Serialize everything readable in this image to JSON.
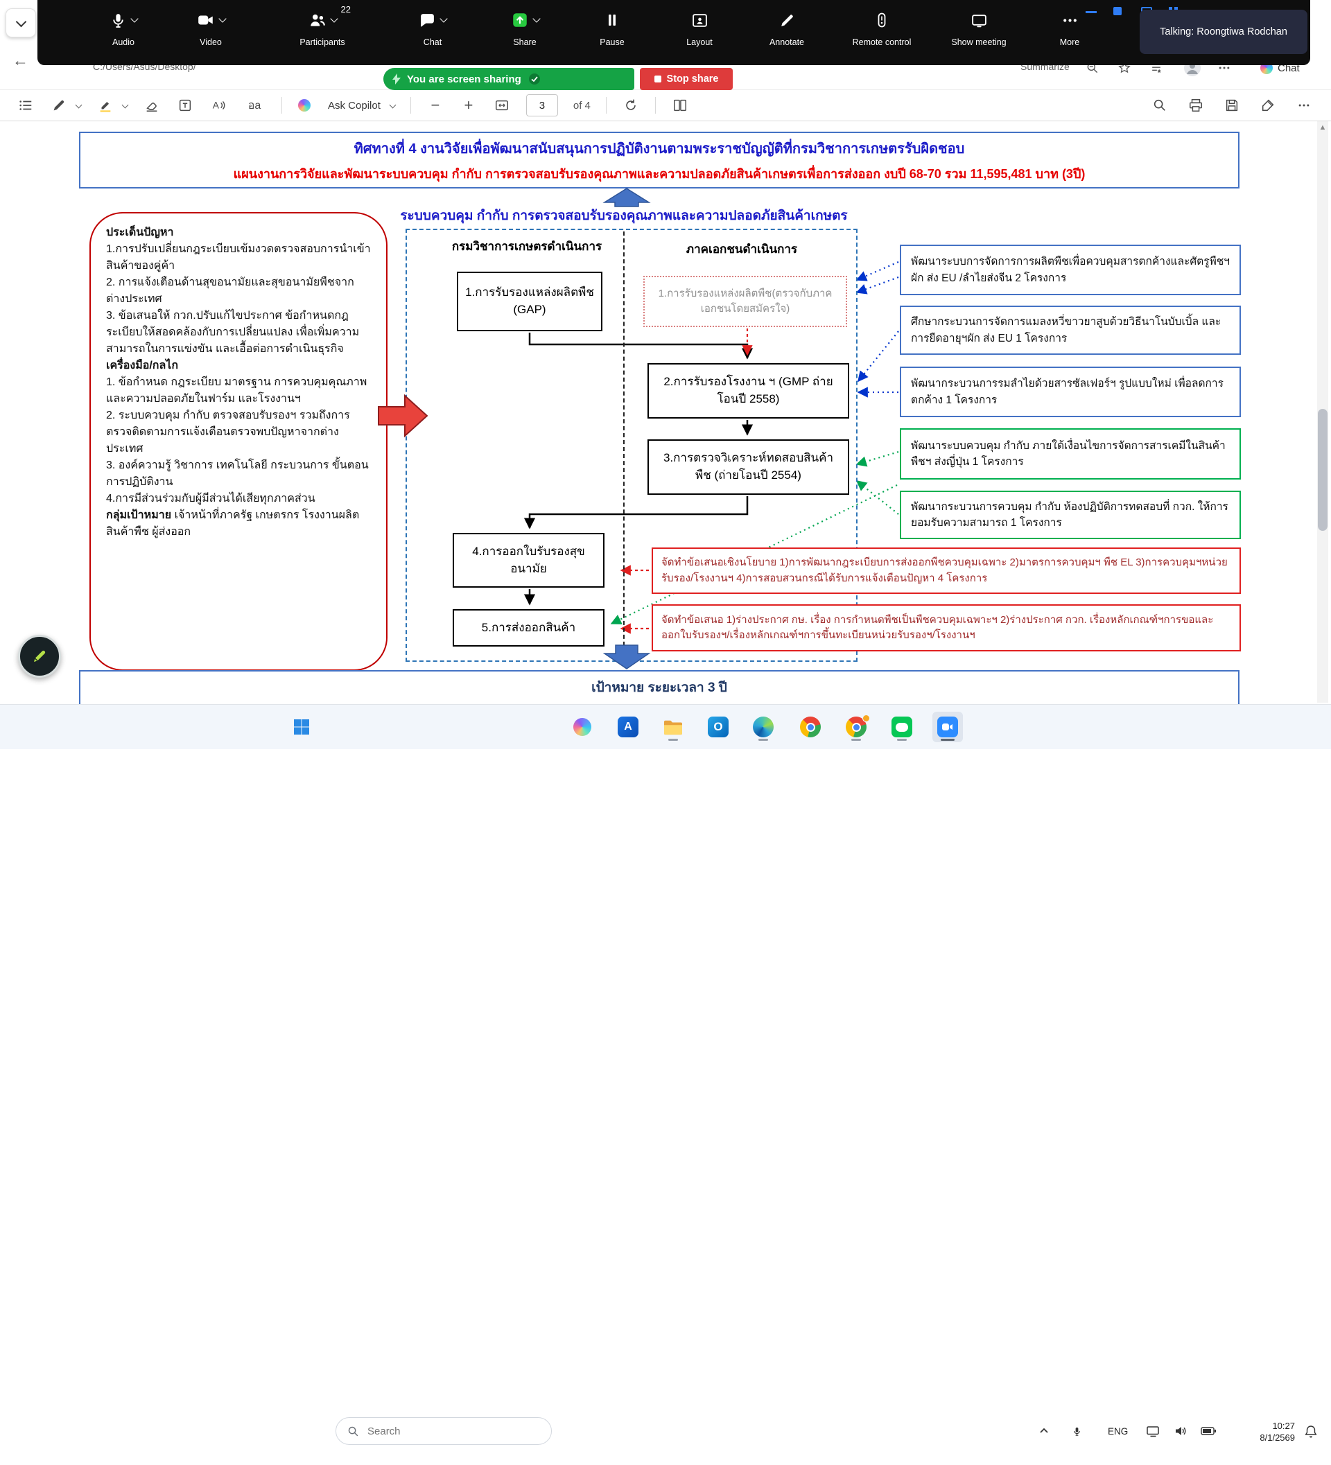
{
  "meeting_toolbar": {
    "items": [
      {
        "label": "Audio"
      },
      {
        "label": "Video"
      },
      {
        "label": "Participants",
        "badge": "22"
      },
      {
        "label": "Chat"
      },
      {
        "label": "Share"
      },
      {
        "label": "Pause"
      },
      {
        "label": "Layout"
      },
      {
        "label": "Annotate"
      },
      {
        "label": "Remote control"
      },
      {
        "label": "Show meeting"
      },
      {
        "label": "More"
      }
    ],
    "talking_label": "Talking: Roongtiwa Rodchan"
  },
  "browser": {
    "address_fragment": "C:/Users/Asus/Desktop/",
    "summarize_fragment": "Summarize",
    "share_banner_text": "You are screen sharing",
    "stop_share_label": "Stop share",
    "chat_button_label": "Chat"
  },
  "pdf_toolbar": {
    "ask_copilot_label": "Ask Copilot",
    "translate_glyph": "อa",
    "page_value": "3",
    "page_total_label": "of 4"
  },
  "document": {
    "header": {
      "line1": "ทิศทางที่ 4 งานวิจัยเพื่อพัฒนาสนับสนุนการปฏิบัติงานตามพระราชบัญญัติที่กรมวิชาการเกษตรรับผิดชอบ",
      "line2": "แผนงานการวิจัยและพัฒนาระบบควบคุม กำกับ การตรวจสอบรับรองคุณภาพและความปลอดภัยสินค้าเกษตรเพื่อการส่งออก งบปี 68-70 รวม 11,595,481 บาท (3ปี)"
    },
    "subtitle": "ระบบควบคุม กำกับ การตรวจสอบรับรองคุณภาพและความปลอดภัยสินค้าเกษตร",
    "left_panel": {
      "problems_title": "ประเด็นปัญหา",
      "problems": [
        "1.การปรับเปลี่ยนกฎระเบียบเข้มงวดตรวจสอบการนำเข้าสินค้าของคู่ค้า",
        "2. การแจ้งเตือนด้านสุขอนามัยและสุขอนามัยพืชจากต่างประเทศ",
        "3. ข้อเสนอให้ กวก.ปรับแก้ไขประกาศ ข้อกำหนดกฎระเบียบให้สอดคล้องกับการเปลี่ยนแปลง เพื่อเพิ่มความสามารถในการแข่งขัน และเอื้อต่อการดำเนินธุรกิจ"
      ],
      "tools_title": "เครื่องมือ/กลไก",
      "tools": [
        "1. ข้อกำหนด กฎระเบียบ มาตรฐาน การควบคุมคุณภาพและความปลอดภัยในฟาร์ม และโรงงานฯ",
        "2. ระบบควบคุม กำกับ ตรวจสอบรับรองฯ  รวมถึงการตรวจติดตามการแจ้งเตือนตรวจพบปัญหาจากต่างประเทศ",
        "3. องค์ความรู้ วิชาการ เทคโนโลยี กระบวนการ ขั้นตอนการปฏิบัติงาน",
        "4.การมีส่วนร่วมกับผู้มีส่วนได้เสียทุกภาคส่วน"
      ],
      "target_label": "กลุ่มเป้าหมาย",
      "target_text": "เจ้าหน้าที่ภาครัฐ เกษตรกร โรงงานผลิตสินค้าพืช ผู้ส่งออก"
    },
    "flowchart": {
      "col_government": "กรมวิชาการเกษตรดำเนินการ",
      "col_private": "ภาคเอกชนดำเนินการ",
      "step1": "1.การรับรองแหล่งผลิตพืช (GAP)",
      "step1_private": "1.การรับรองแหล่งผลิตพืช(ตรวจกับภาคเอกชนโดยสมัครใจ)",
      "step2": "2.การรับรองโรงงาน ฯ (GMP ถ่ายโอนปี 2558)",
      "step3": "3.การตรวจวิเคราะห์ทดสอบสินค้าพืช (ถ่ายโอนปี 2554)",
      "step4": "4.การออกใบรับรองสุขอนามัย",
      "step5": "5.การส่งออกสินค้า"
    },
    "projects": [
      {
        "text": "พัฒนาระบบการจัดการการผลิตพืชเพื่อควบคุมสารตกค้างและศัตรูพืชฯผัก ส่ง EU /ลำไยส่งจีน 2 โครงการ",
        "border": "#4472c4"
      },
      {
        "text": "ศึกษากระบวนการจัดการแมลงหวี่ขาวยาสูบด้วยวิธีนาโนบับเบิ้ล และการยืดอายุฯผัก ส่ง EU 1 โครงการ",
        "border": "#4472c4"
      },
      {
        "text": "พัฒนากระบวนการรมลำไยด้วยสารซัลเฟอร์ฯ รูปแบบใหม่ เพื่อลดการตกค้าง 1 โครงการ",
        "border": "#4472c4"
      },
      {
        "text": "พัฒนาระบบควบคุม กำกับ ภายใต้เงื่อนไขการจัดการสารเคมีในสินค้าพืชฯ ส่งญี่ปุ่น 1 โครงการ",
        "border": "#00b050"
      },
      {
        "text": "พัฒนากระบวนการควบคุม กำกับ ห้องปฏิบัติการทดสอบที่ กวก. ให้การยอมรับความสามารถ 1 โครงการ",
        "border": "#00b050"
      }
    ],
    "proposals": [
      "จัดทำข้อเสนอเชิงนโยบาย 1)การพัฒนากฎระเบียบการส่งออกพืชควบคุมเฉพาะ 2)มาตรการควบคุมฯ พืช EL 3)การควบคุมฯหน่วยรับรอง/โรงงานฯ 4)การสอบสวนกรณีได้รับการแจ้งเตือนปัญหา  4 โครงการ",
      "จัดทำข้อเสนอ 1)ร่างประกาศ กษ. เรื่อง การกำหนดพืชเป็นพืชควบคุมเฉพาะฯ 2)ร่างประกาศ กวก. เรื่องหลักเกณฑ์ฯการขอและออกใบรับรองฯ/เรื่องหลักเกณฑ์ฯการขึ้นทะเบียนหน่วยรับรองฯ/โรงงานฯ"
    ],
    "footer": "เป้าหมาย ระยะเวลา 3 ปี"
  },
  "colors": {
    "title_blue": "#1b1bc8",
    "title_red": "#e60000",
    "frame_blue": "#4472c4",
    "frame_green": "#00b050",
    "frame_red": "#c00000",
    "share_banner_green": "#15a345",
    "stop_share_red": "#de3b3b"
  },
  "taskbar": {
    "search_placeholder": "Search",
    "app_icons": [
      "copilot",
      "app-a",
      "file-explorer",
      "outlook",
      "edge",
      "chrome",
      "chrome-profile",
      "line",
      "zoom"
    ],
    "language": "ENG",
    "time": "10:27",
    "date": "8/1/2569"
  }
}
